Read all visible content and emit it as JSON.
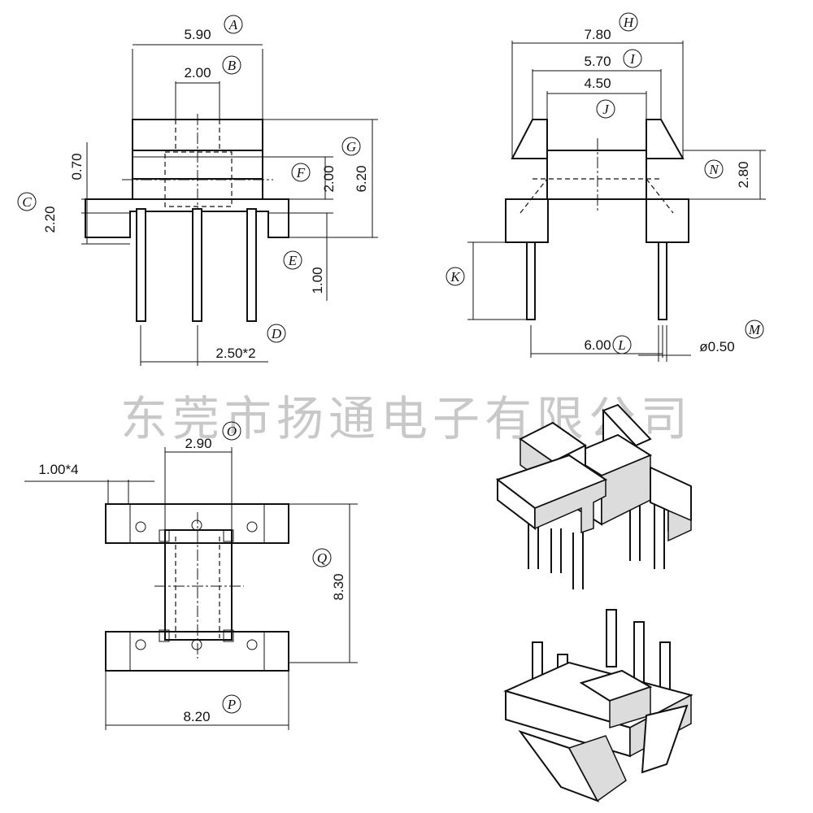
{
  "watermark": "东莞市扬通电子有限公司",
  "front_view": {
    "dim_A": {
      "value": "5.90",
      "label": "A"
    },
    "dim_B": {
      "value": "2.00",
      "label": "B"
    },
    "dim_C": {
      "value": "2.20",
      "label": "C"
    },
    "dim_0_70": {
      "value": "0.70"
    },
    "dim_F": {
      "value": "2.00",
      "label": "F"
    },
    "dim_G": {
      "value": "6.20",
      "label": "G"
    },
    "dim_E": {
      "value": "1.00",
      "label": "E"
    },
    "dim_D": {
      "value": "2.50*2",
      "label": "D"
    }
  },
  "side_view": {
    "dim_H": {
      "value": "7.80",
      "label": "H"
    },
    "dim_I": {
      "value": "5.70",
      "label": "I"
    },
    "dim_J": {
      "value": "4.50",
      "label": "J"
    },
    "dim_N": {
      "value": "2.80",
      "label": "N"
    },
    "dim_K": {
      "label": "K"
    },
    "dim_L": {
      "value": "6.00",
      "label": "L"
    },
    "dim_M": {
      "value": "ø0.50",
      "label": "M"
    }
  },
  "top_view": {
    "dim_O": {
      "value": "2.90",
      "label": "O"
    },
    "dim_pins": {
      "value": "1.00*4"
    },
    "dim_Q": {
      "value": "8.30",
      "label": "Q"
    },
    "dim_P": {
      "value": "8.20",
      "label": "P"
    }
  }
}
